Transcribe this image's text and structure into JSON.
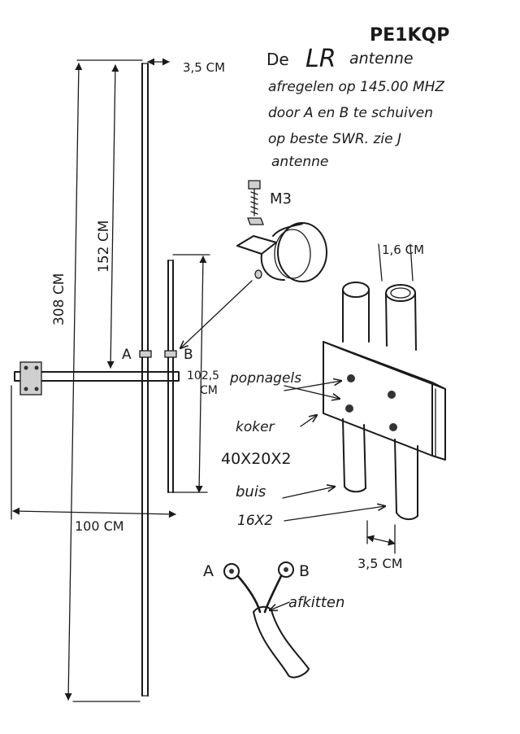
{
  "callsign": "PE1KQP",
  "notes": {
    "line1_de": "De",
    "line1_lr": "LR",
    "line1_antenne": "antenne",
    "line2": "afregelen op 145.00 MHZ",
    "line3": "door A en B te schuiven",
    "line4": "op beste SWR. zie J",
    "line5": "antenne"
  },
  "dimensions": {
    "top_gap": "3,5 CM",
    "total_length": "308 CM",
    "upper_length": "152 CM",
    "stub_length_value": "102,5",
    "stub_length_unit": "CM",
    "boom_length": "100 CM",
    "tube_diameter": "1,6 CM",
    "tube_spacing": "3,5 CM"
  },
  "labels": {
    "point_a": "A",
    "point_b": "B",
    "screw": "M3",
    "rivets": "popnagels",
    "channel": "koker",
    "channel_size": "40X20X2",
    "tube": "buis",
    "tube_size": "16X2",
    "coax_a": "A",
    "coax_b": "B",
    "sealing": "afkitten"
  }
}
